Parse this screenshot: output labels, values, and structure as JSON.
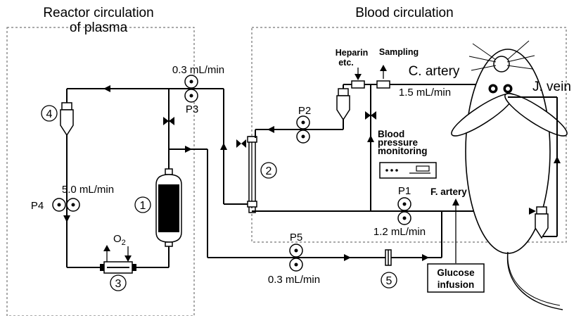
{
  "sections": {
    "reactor_title_line1": "Reactor circulation",
    "reactor_title_line2": "of plasma",
    "blood_title": "Blood circulation"
  },
  "flow_rates": {
    "p3_rate": "0.3 mL/min",
    "p4_rate": "5.0 mL/min",
    "top_right_rate": "1.5 mL/min",
    "p1_rate": "1.2 mL/min",
    "p5_rate": "0.3 mL/min"
  },
  "pumps": {
    "p1": "P1",
    "p2": "P2",
    "p3": "P3",
    "p4": "P4",
    "p5": "P5"
  },
  "components": {
    "c1": "1",
    "c2": "2",
    "c3": "3",
    "c4": "4",
    "c5": "5"
  },
  "labels": {
    "heparin_line1": "Heparin",
    "heparin_line2": "etc.",
    "sampling": "Sampling",
    "c_artery": "C. artery",
    "j_vein": "J. vein",
    "f_artery": "F. artery",
    "bp_line1": "Blood",
    "bp_line2": "pressure",
    "bp_line3": "monitoring",
    "oxygen": "O",
    "oxygen_sub": "2",
    "glucose_line1": "Glucose",
    "glucose_line2": "infusion"
  }
}
